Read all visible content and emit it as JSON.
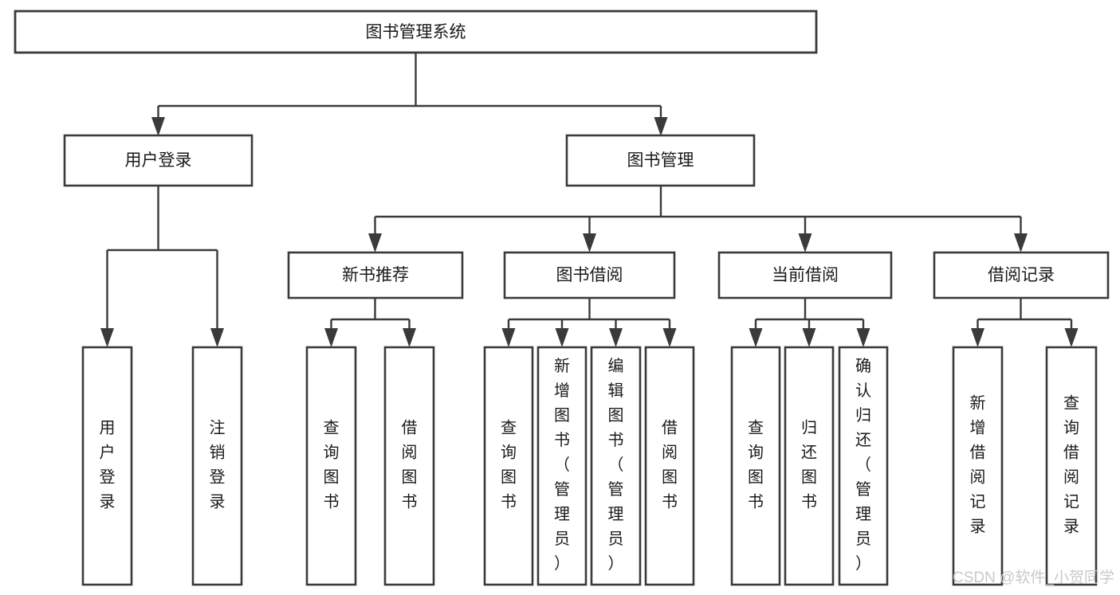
{
  "diagram": {
    "title": "图书管理系统",
    "type": "hierarchy-tree",
    "style": {
      "box_fill": "#ffffff",
      "box_stroke": "#3a3a3a",
      "text_color": "#1a1a1a",
      "watermark_color": "#c9c9c9",
      "background": "#ffffff"
    },
    "levels": [
      {
        "level": 1,
        "nodes": [
          {
            "id": "root",
            "label": "图书管理系统",
            "orientation": "horizontal"
          }
        ]
      },
      {
        "level": 2,
        "nodes": [
          {
            "id": "login",
            "label": "用户登录",
            "orientation": "horizontal",
            "parent": "root"
          },
          {
            "id": "bookmgmt",
            "label": "图书管理",
            "orientation": "horizontal",
            "parent": "root"
          }
        ]
      },
      {
        "level": 3,
        "nodes": [
          {
            "id": "newbook",
            "label": "新书推荐",
            "orientation": "horizontal",
            "parent": "bookmgmt"
          },
          {
            "id": "borrow",
            "label": "图书借阅",
            "orientation": "horizontal",
            "parent": "bookmgmt"
          },
          {
            "id": "current",
            "label": "当前借阅",
            "orientation": "horizontal",
            "parent": "bookmgmt"
          },
          {
            "id": "records",
            "label": "借阅记录",
            "orientation": "horizontal",
            "parent": "bookmgmt"
          }
        ]
      },
      {
        "level": 4,
        "nodes": [
          {
            "id": "leaf1",
            "label": "用户登录",
            "orientation": "vertical",
            "parent": "login"
          },
          {
            "id": "leaf2",
            "label": "注销登录",
            "orientation": "vertical",
            "parent": "login"
          },
          {
            "id": "leaf3",
            "label": "查询图书",
            "orientation": "vertical",
            "parent": "newbook"
          },
          {
            "id": "leaf4",
            "label": "借阅图书",
            "orientation": "vertical",
            "parent": "newbook"
          },
          {
            "id": "leaf5",
            "label": "查询图书",
            "orientation": "vertical",
            "parent": "borrow"
          },
          {
            "id": "leaf6",
            "label": "新增图书（管理员）",
            "orientation": "vertical",
            "parent": "borrow"
          },
          {
            "id": "leaf7",
            "label": "编辑图书（管理员）",
            "orientation": "vertical",
            "parent": "borrow"
          },
          {
            "id": "leaf8",
            "label": "借阅图书",
            "orientation": "vertical",
            "parent": "borrow"
          },
          {
            "id": "leaf9",
            "label": "查询图书",
            "orientation": "vertical",
            "parent": "current"
          },
          {
            "id": "leaf10",
            "label": "归还图书",
            "orientation": "vertical",
            "parent": "current"
          },
          {
            "id": "leaf11",
            "label": "确认归还（管理员）",
            "orientation": "vertical",
            "parent": "current"
          },
          {
            "id": "leaf12",
            "label": "新增借阅记录",
            "orientation": "vertical",
            "parent": "records"
          },
          {
            "id": "leaf13",
            "label": "查询借阅记录",
            "orientation": "vertical",
            "parent": "records"
          }
        ]
      }
    ],
    "watermark": "CSDN @软件_小贺同学"
  }
}
